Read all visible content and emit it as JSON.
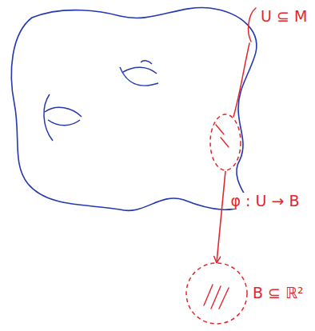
{
  "diagram": {
    "nodes": [
      {
        "text": [
          "U ⊆ M"
        ]
      },
      {
        "text": [
          "B ⊆ ℝ²"
        ]
      }
    ],
    "edges": [
      {
        "from": 0,
        "to": 1,
        "label": "φ : U → B",
        "arrow": "to"
      }
    ]
  }
}
